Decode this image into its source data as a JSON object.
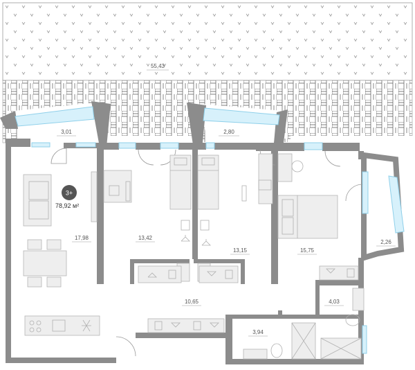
{
  "plan": {
    "apartment": {
      "rooms_badge": "3+",
      "total_area": "78,92 м²"
    },
    "room_areas": [
      {
        "id": "terrace",
        "value": "55,43"
      },
      {
        "id": "balcony-left",
        "value": "3,01"
      },
      {
        "id": "balcony-mid",
        "value": "2,80"
      },
      {
        "id": "living-kitchen",
        "value": "17,98"
      },
      {
        "id": "bedroom-left",
        "value": "13,42"
      },
      {
        "id": "bedroom-mid",
        "value": "13,15"
      },
      {
        "id": "master-bedroom",
        "value": "15,75"
      },
      {
        "id": "balcony-right",
        "value": "2,26"
      },
      {
        "id": "hallway",
        "value": "10,65"
      },
      {
        "id": "bathroom-right",
        "value": "4,03"
      },
      {
        "id": "bathroom-left",
        "value": "3,94"
      }
    ],
    "colors": {
      "wall": "#8c8c8c",
      "window": "#d7f1fb",
      "badge": "#555555",
      "paving": "#555555"
    }
  }
}
